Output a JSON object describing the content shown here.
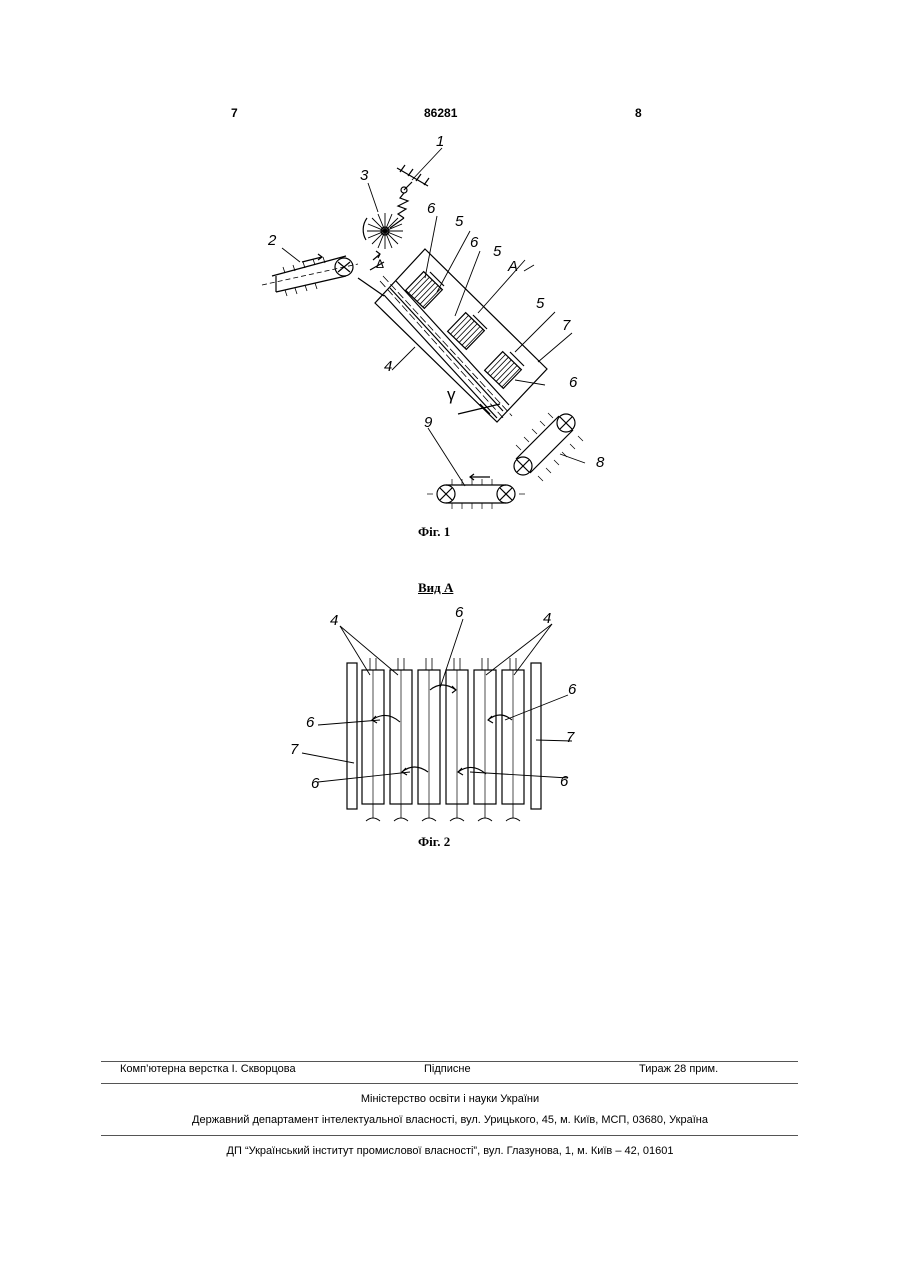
{
  "header": {
    "page_left": "7",
    "patent_number": "86281",
    "page_right": "8"
  },
  "figure1": {
    "caption": "Фіг. 1",
    "labels": {
      "l1": "1",
      "l2": "2",
      "l3": "3",
      "l4": "4",
      "l5a": "5",
      "l5b": "5",
      "l5c": "5",
      "l6a": "6",
      "l6b": "6",
      "l6c": "6",
      "l7": "7",
      "l8": "8",
      "l9": "9",
      "view_a": "A",
      "delta": "Δ",
      "gamma": "γ"
    }
  },
  "figure2": {
    "view_title": "Вид А",
    "caption": "Фіг. 2",
    "labels": {
      "l4a": "4",
      "l4b": "4",
      "l6top": "6",
      "l6r1": "6",
      "l6l1": "6",
      "l7l": "7",
      "l7r": "7",
      "l6l2": "6",
      "l6r2": "6"
    }
  },
  "footer": {
    "layout_credit": "Комп’ютерна верстка І. Скворцова",
    "signed": "Підписне",
    "circulation": "Тираж 28 прим.",
    "ministry": "Міністерство освіти і науки України",
    "department": "Державний департамент інтелектуальної власності, вул. Урицького, 45, м. Київ, МСП, 03680, Україна",
    "institute": "ДП “Український інститут промислової власності”, вул. Глазунова, 1, м. Київ – 42, 01601"
  }
}
